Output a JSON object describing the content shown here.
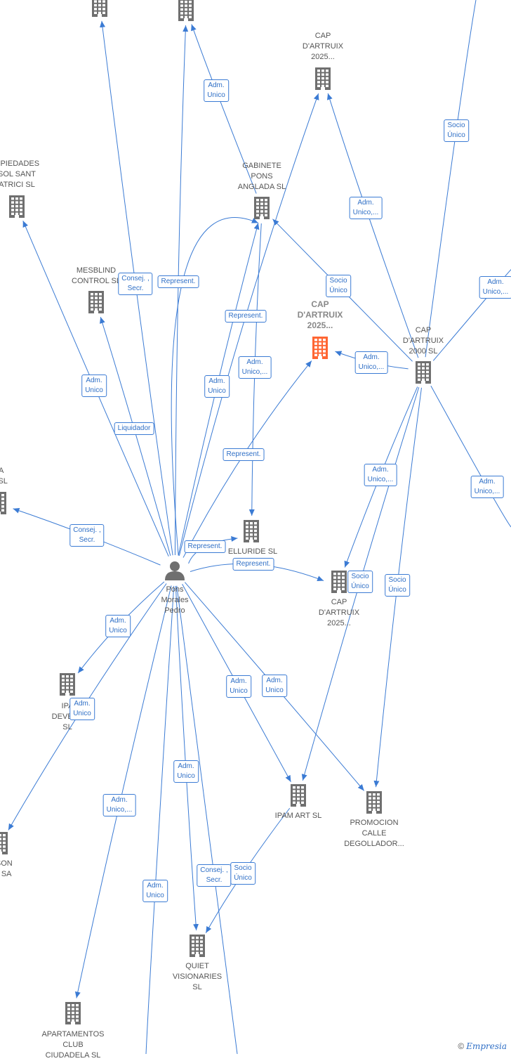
{
  "colors": {
    "edge": "#3b7bd4",
    "building": "#6f6f6f",
    "highlight": "#ff6633",
    "person": "#6f6f6f"
  },
  "nodes": [
    {
      "id": "top1",
      "label": "",
      "icon": "building-icon"
    },
    {
      "id": "top2",
      "label": "",
      "icon": "building-icon"
    },
    {
      "id": "cap_top",
      "label": "CAP\nD'ARTRUIX\n2025...",
      "icon": "building-icon"
    },
    {
      "id": "propiedades",
      "label": "OPIEDADES\nSOL SANT\nATRICI SL",
      "icon": "building-icon"
    },
    {
      "id": "gabinete",
      "label": "GABINETE\nPONS\nANGLADA SL",
      "icon": "building-icon"
    },
    {
      "id": "mesblind",
      "label": "MESBLIND\nCONTROL SL",
      "icon": "building-icon"
    },
    {
      "id": "cap_main",
      "label": "CAP\nD'ARTRUIX\n2025...",
      "icon": "building-icon",
      "highlight": true
    },
    {
      "id": "cap2000",
      "label": "CAP\nD'ARTRUIX\n2000 SL",
      "icon": "building-icon"
    },
    {
      "id": "left_ea",
      "label": "EA\nM SL",
      "icon": "building-icon"
    },
    {
      "id": "elluride",
      "label": "ELLURIDE SL",
      "icon": "building-icon"
    },
    {
      "id": "cap_mid",
      "label": "CAP\nD'ARTRUIX\n2025...",
      "icon": "building-icon"
    },
    {
      "id": "person",
      "label": "Pons\nMorales\nPedro",
      "icon": "person-icon"
    },
    {
      "id": "ipam_dev",
      "label": "IPA\nDEVELO\nSL",
      "icon": "building-icon"
    },
    {
      "id": "son",
      "label": "O SON\nER SA",
      "icon": "building-icon"
    },
    {
      "id": "ipam_art",
      "label": "IPAM ART SL",
      "icon": "building-icon"
    },
    {
      "id": "promocion",
      "label": "PROMOCION\nCALLE\nDEGOLLADOR...",
      "icon": "building-icon"
    },
    {
      "id": "quiet",
      "label": "QUIET\nVISIONARIES\nSL",
      "icon": "building-icon"
    },
    {
      "id": "apartamentos",
      "label": "APARTAMENTOS\nCLUB\nCIUDADELA SL",
      "icon": "building-icon"
    }
  ],
  "edges": [
    {
      "from": "person",
      "to": "top1",
      "label": "Consej. ,\nSecr."
    },
    {
      "from": "person",
      "to": "top2",
      "label": "Represent."
    },
    {
      "from": "gabinete",
      "to": "top2",
      "label": "Adm.\nUnico"
    },
    {
      "from": "person",
      "to": "cap_top",
      "label": "Represent."
    },
    {
      "from": "cap2000",
      "to": "cap_top",
      "label": "Adm.\nUnico,..."
    },
    {
      "from": "cap2000",
      "to": "offtop",
      "label": "Socio\nÚnico"
    },
    {
      "from": "cap2000",
      "to": "offright1",
      "label": "Adm.\nUnico,..."
    },
    {
      "from": "cap2000",
      "to": "offright2",
      "label": "Adm.\nUnico,..."
    },
    {
      "from": "cap2000",
      "to": "gabinete",
      "label": "Socio\nÚnico"
    },
    {
      "from": "cap2000",
      "to": "cap_main",
      "label": "Adm.\nUnico,..."
    },
    {
      "from": "cap2000",
      "to": "cap_mid",
      "label": "Adm.\nUnico,..."
    },
    {
      "from": "cap2000",
      "to": "ipam_art",
      "label": "Socio\nÚnico"
    },
    {
      "from": "cap2000",
      "to": "promocion",
      "label": "Socio\nÚnico"
    },
    {
      "from": "person",
      "to": "propiedades",
      "label": "Adm.\nUnico"
    },
    {
      "from": "person",
      "to": "mesblind",
      "label": "Liquidador"
    },
    {
      "from": "person",
      "to": "gabinete",
      "label": "Adm.\nUnico"
    },
    {
      "from": "gabinete",
      "to": "elluride",
      "label": "Adm.\nUnico,..."
    },
    {
      "from": "person",
      "to": "cap_main",
      "label": "Represent."
    },
    {
      "from": "person",
      "to": "left_ea",
      "label": "Consej. ,\nSecr."
    },
    {
      "from": "person",
      "to": "elluride",
      "label": "Represent."
    },
    {
      "from": "person",
      "to": "cap_mid",
      "label": "Represent."
    },
    {
      "from": "person",
      "to": "ipam_dev",
      "label": "Adm.\nUnico"
    },
    {
      "from": "person",
      "to": "son",
      "label": "Adm.\nUnico"
    },
    {
      "from": "person",
      "to": "ipam_art",
      "label": "Adm.\nUnico"
    },
    {
      "from": "person",
      "to": "promocion",
      "label": "Adm.\nUnico"
    },
    {
      "from": "person",
      "to": "quiet",
      "label": "Adm.\nUnico"
    },
    {
      "from": "ipam_art",
      "to": "quiet",
      "label": "Socio\nÚnico"
    },
    {
      "from": "person",
      "to": "offbottom2",
      "label": "Consej. ,\nSecr."
    },
    {
      "from": "person",
      "to": "apartamentos",
      "label": "Adm.\nUnico,..."
    },
    {
      "from": "person",
      "to": "offbottom1",
      "label": "Adm.\nUnico"
    },
    {
      "from": "person",
      "to": "gabinete",
      "label": "Represent."
    }
  ],
  "brand": {
    "copyright": "©",
    "name": "Empresia"
  }
}
